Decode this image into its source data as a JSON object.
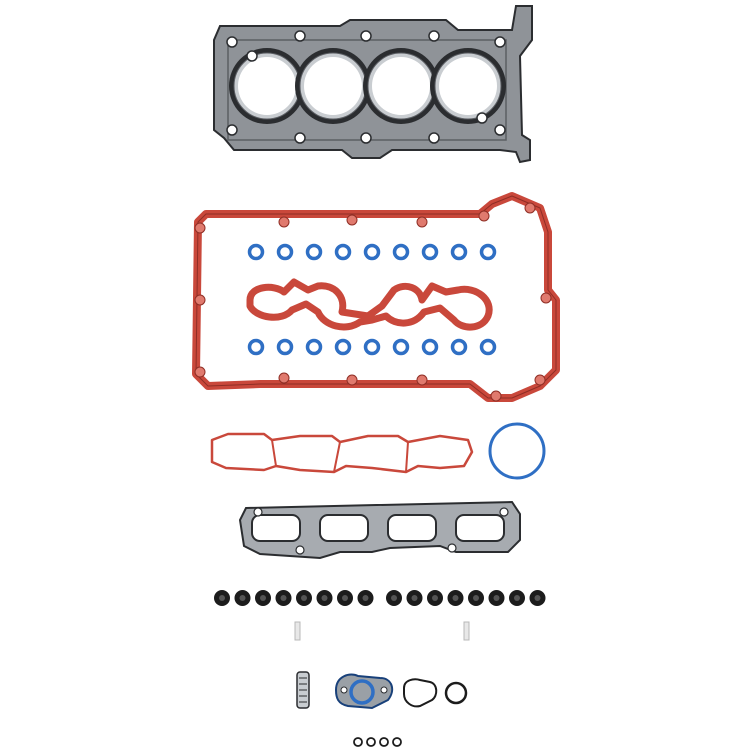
{
  "colors": {
    "background": "#ffffff",
    "metal_steel": "#8f9398",
    "metal_dark": "#2b2d30",
    "metal_light": "#c9cdd1",
    "rubber_red": "#c9483b",
    "rubber_red_dark": "#8f2e25",
    "oring_blue": "#2f6fc4",
    "oring_blue_dark": "#18407a",
    "seal_black": "#1c1c1c",
    "plug_white": "#e8e8e8"
  },
  "parts": {
    "head_gasket": {
      "icon": "cylinder-head-gasket-icon",
      "bores": 4
    },
    "valve_cover_gasket": {
      "icon": "valve-cover-gasket-icon"
    },
    "spark_tube_seal_top_row": {
      "icon": "o-ring-icon",
      "count": 9
    },
    "spark_tube_seal_bottom_row": {
      "icon": "o-ring-icon",
      "count": 9
    },
    "intake_manifold_gasket": {
      "icon": "intake-manifold-gasket-icon"
    },
    "round_o_ring": {
      "icon": "o-ring-icon"
    },
    "exhaust_manifold_gasket": {
      "icon": "exhaust-manifold-gasket-icon",
      "ports": 4
    },
    "valve_stem_seals_left": {
      "icon": "valve-stem-seal-icon",
      "count": 8
    },
    "valve_stem_seals_right": {
      "icon": "valve-stem-seal-icon",
      "count": 8
    },
    "small_plugs": {
      "icon": "plug-icon",
      "count": 2
    },
    "pcv_filter": {
      "icon": "filter-icon"
    },
    "thermostat_gasket": {
      "icon": "thermostat-gasket-icon"
    },
    "outlet_gasket": {
      "icon": "outlet-gasket-icon"
    },
    "small_o_ring": {
      "icon": "o-ring-icon"
    },
    "mini_o_rings": {
      "icon": "o-ring-icon",
      "count": 4
    }
  }
}
